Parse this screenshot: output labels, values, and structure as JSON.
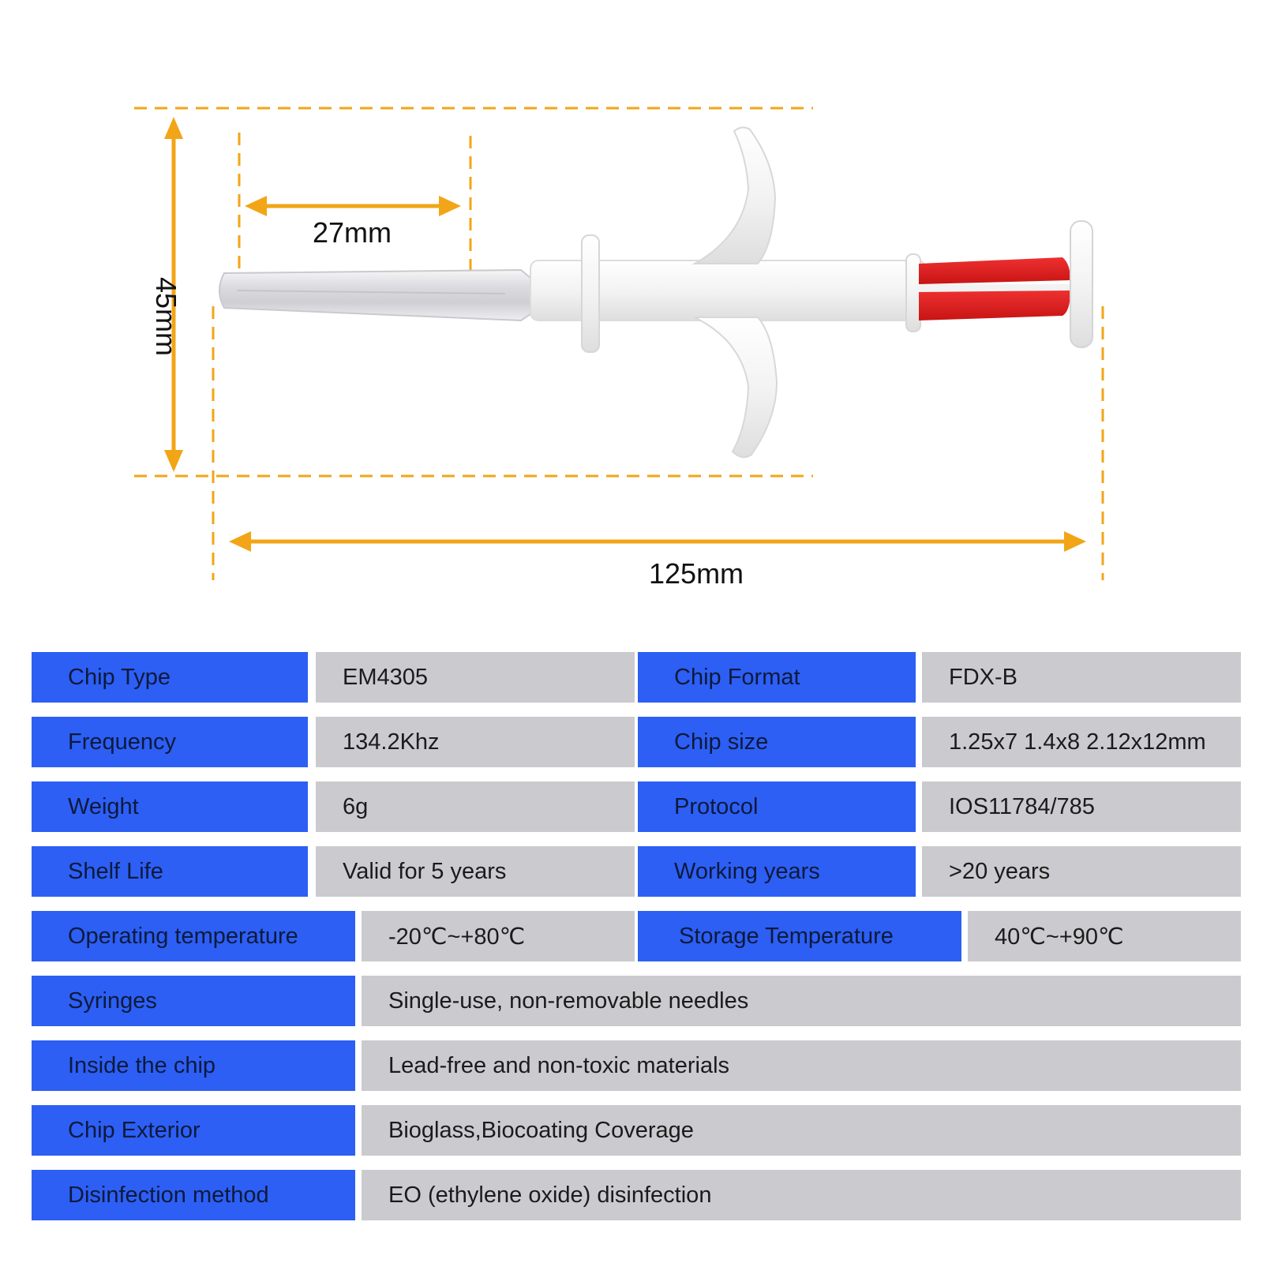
{
  "diagram": {
    "product": "RFID animal microchip syringe",
    "dimensions": {
      "needle_length": "27mm",
      "height": "45mm",
      "total_length": "125mm"
    },
    "colors": {
      "dimension_lines": "#f2a516",
      "syringe_body": "#f4f4f4",
      "plunger": "#e02020",
      "needle_cap": "#e6e6ea"
    }
  },
  "specs": {
    "rows": [
      {
        "label": "Chip Type",
        "value": "EM4305",
        "label2": "Chip Format",
        "value2": "FDX-B"
      },
      {
        "label": "Frequency",
        "value": "134.2Khz",
        "label2": "Chip size",
        "value2": "1.25x7 1.4x8  2.12x12mm"
      },
      {
        "label": "Weight",
        "value": "6g",
        "label2": "Protocol",
        "value2": "IOS11784/785"
      },
      {
        "label": "Shelf Life",
        "value": "Valid for 5 years",
        "label2": "Working years",
        "value2": ">20 years"
      },
      {
        "label": "Operating temperature",
        "value": "-20℃~+80℃",
        "label2": "Storage Temperature",
        "value2": "40℃~+90℃"
      },
      {
        "label": "Syringes",
        "value": "Single-use, non-removable needles"
      },
      {
        "label": "Inside the chip",
        "value": "Lead-free and non-toxic materials"
      },
      {
        "label": "Chip Exterior",
        "value": "Bioglass,Biocoating Coverage"
      },
      {
        "label": "Disinfection method",
        "value": "EO (ethylene oxide) disinfection"
      }
    ],
    "colors": {
      "label_bg": "#2d5ff5",
      "value_bg": "#cbcbcf"
    }
  }
}
